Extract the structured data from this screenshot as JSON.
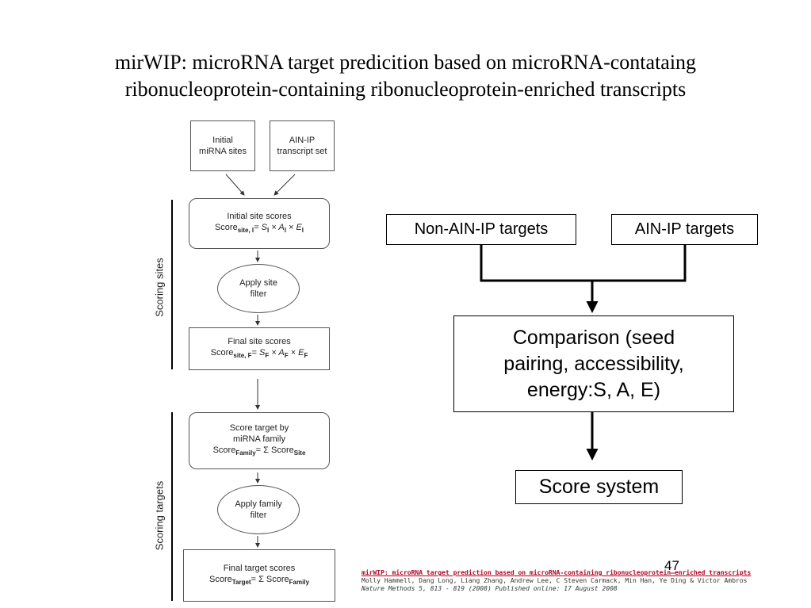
{
  "slide": {
    "title_line1": "mirWIP: microRNA target predicition based on microRNA-contataing",
    "title_line2": "ribonucleoprotein-containing ribonucleoprotein-enriched transcripts",
    "page_number": "47"
  },
  "left_flow": {
    "initial_sites": "Initial miRNA sites",
    "ain_ip_set": "AIN-IP transcript set",
    "initial_scores_label": "Initial site scores",
    "initial_scores_formula": {
      "score": "Score",
      "sub": "site, I",
      "rhs": "= S",
      "s_sub": "I",
      "a": " × A",
      "a_sub": "I",
      "e": " × E",
      "e_sub": "I"
    },
    "apply_site_filter": "Apply site filter",
    "final_scores_label": "Final site scores",
    "final_scores_formula": {
      "score": "Score",
      "sub": "site, F",
      "rhs": "= S",
      "s_sub": "F",
      "a": " × A",
      "a_sub": "F",
      "e": " × E",
      "e_sub": "F"
    },
    "score_by_family_label1": "Score target by",
    "score_by_family_label2": "miRNA family",
    "family_formula": {
      "score": "Score",
      "sub": "Family",
      "rhs": "= Σ Score",
      "sub2": "Site"
    },
    "apply_family_filter": "Apply family filter",
    "final_target_label": "Final target scores",
    "target_formula": {
      "score": "Score",
      "sub": "Target",
      "rhs": "= Σ Score",
      "sub2": "Family"
    },
    "scoring_sites_label": "Scoring sites",
    "scoring_targets_label": "Scoring targets"
  },
  "right_flow": {
    "non_ain_ip": "Non-AIN-IP targets",
    "ain_ip": "AIN-IP targets",
    "comparison": "Comparison (seed pairing, accessibility, energy:S, A, E)",
    "score_system": "Score system"
  },
  "citation": {
    "title": "mirWIP: microRNA target prediction based on microRNA-containing ribonucleoprotein–enriched transcripts",
    "authors": "Molly Hammell, Dang Long, Liang Zhang, Andrew Lee, C Steven Carmack, Min Han, Ye Ding & Victor Ambros",
    "journal": "Nature Methods 5, 813 - 819 (2008) Published online: 17 August 2008"
  }
}
